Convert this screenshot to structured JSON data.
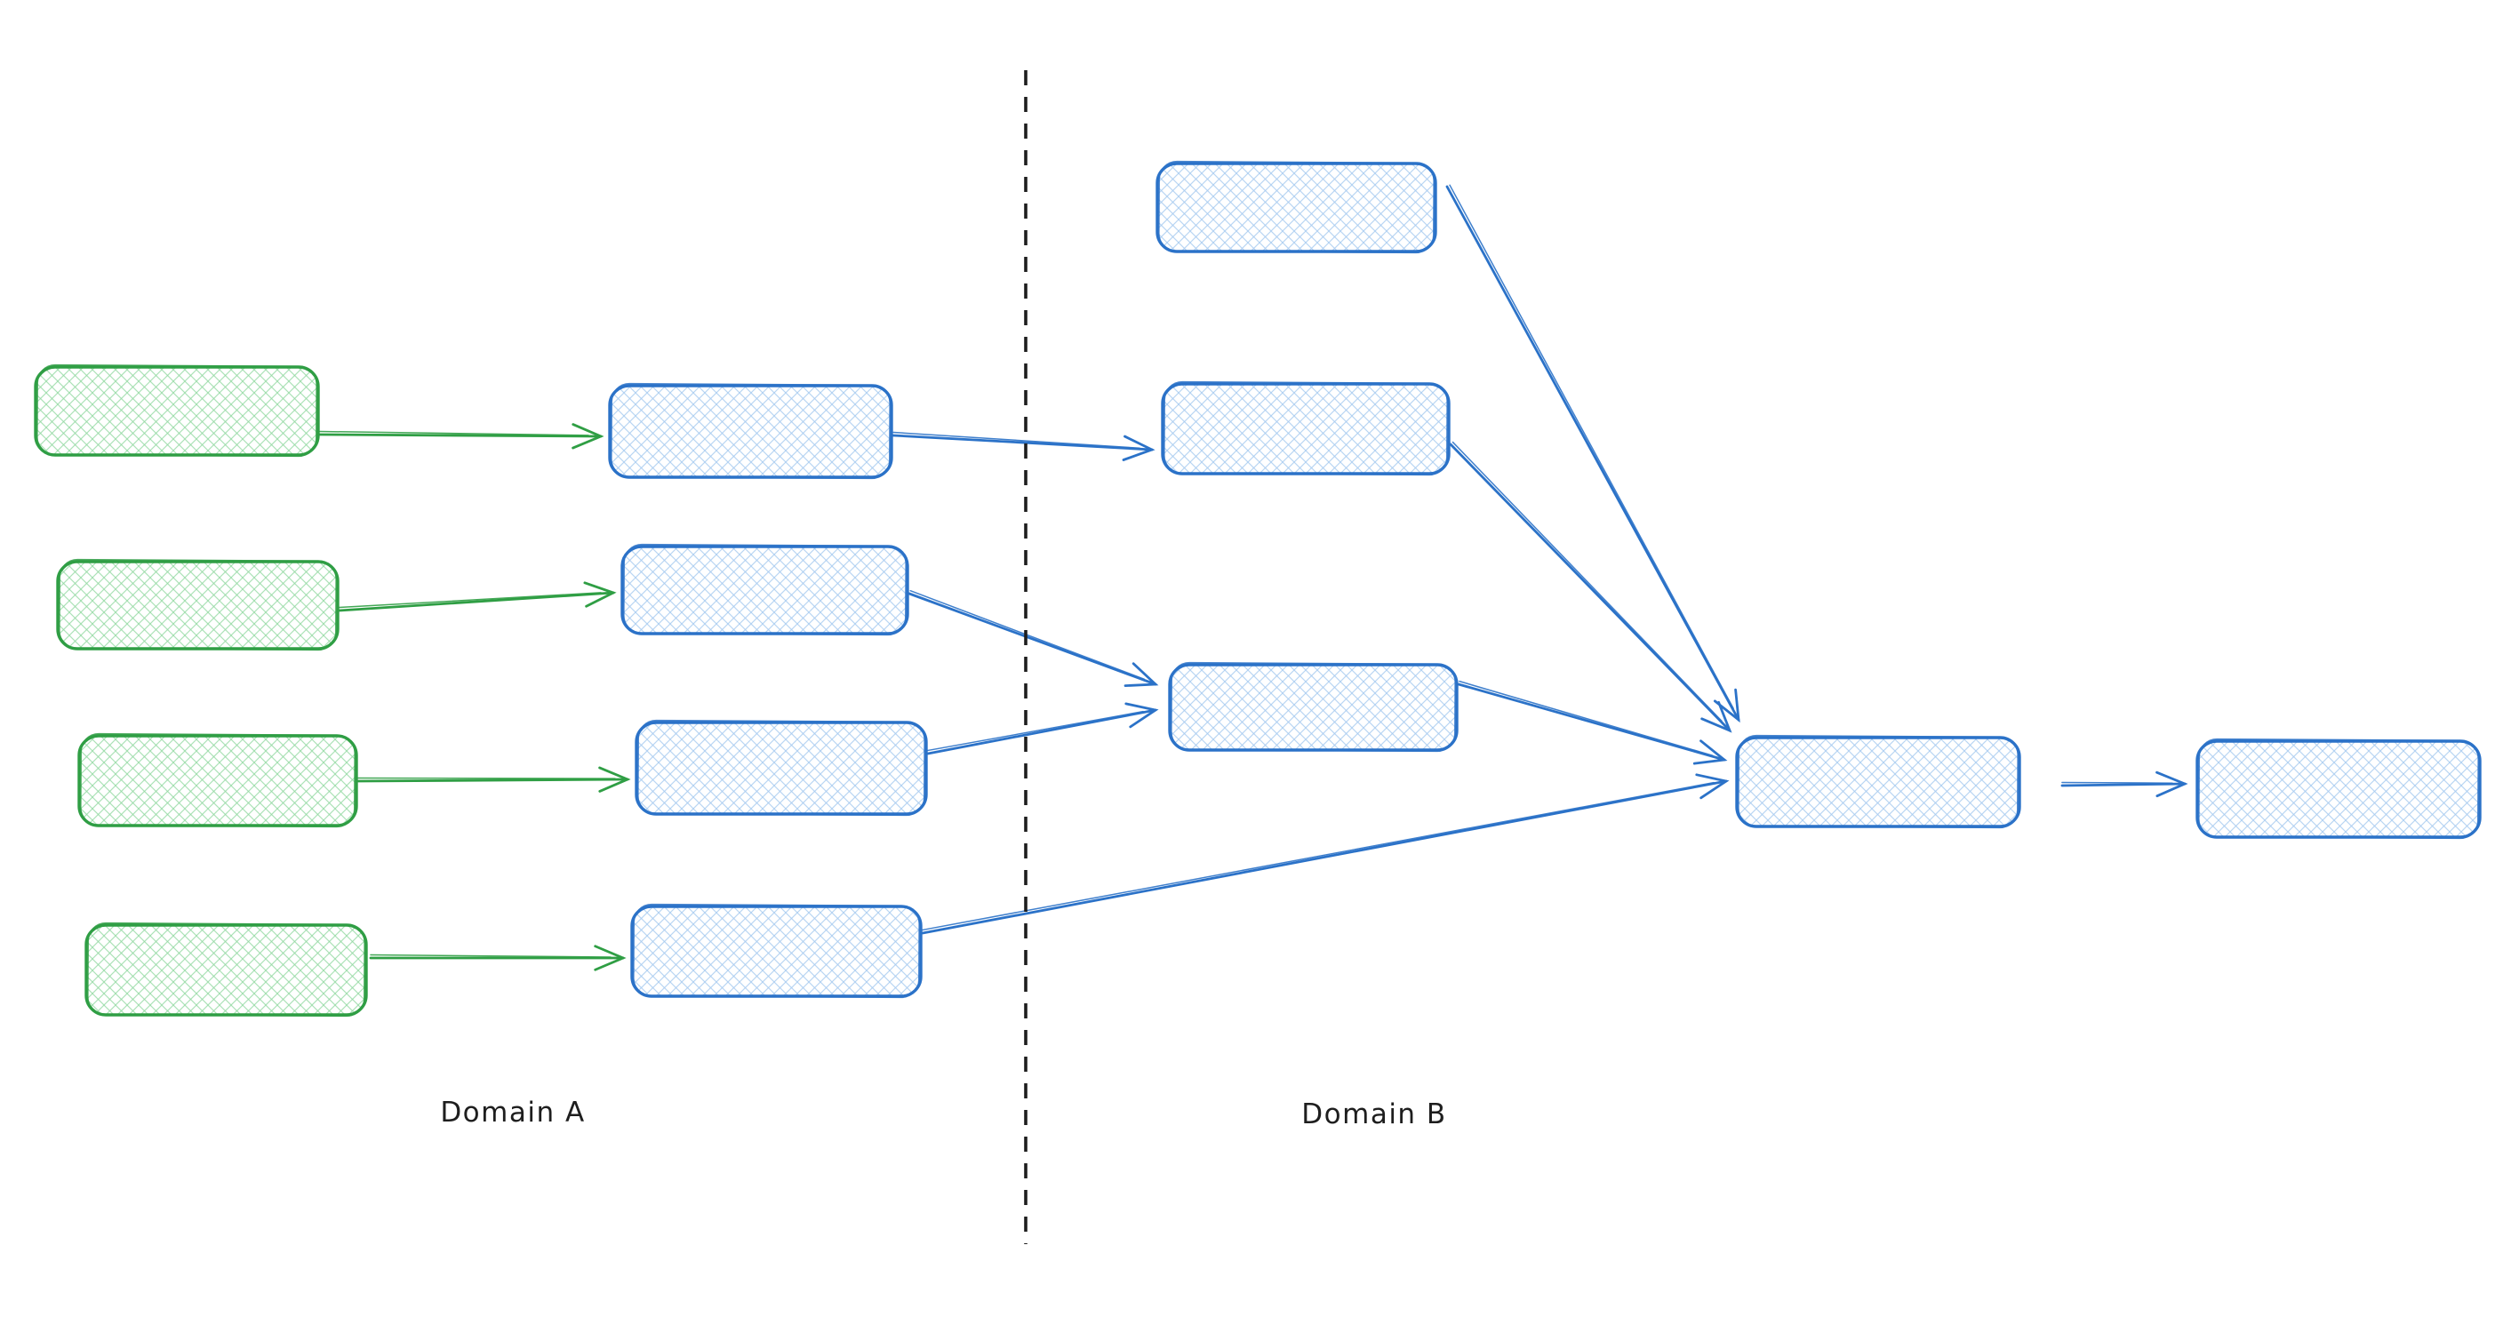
{
  "labels": {
    "domain_a": "Domain A",
    "domain_b": "Domain B"
  },
  "palette": {
    "green_stroke": "#2f9e44",
    "green_hatch": "#8fd89f",
    "blue_stroke": "#2b72c8",
    "blue_hatch": "#a6cbf0",
    "divider": "#1e1e1e",
    "background": "#ffffff",
    "label_color": "#1e1e1e"
  },
  "diagram": {
    "type": "flow",
    "regions": [
      {
        "id": "domain-a",
        "label": "Domain A"
      },
      {
        "id": "domain-b",
        "label": "Domain B"
      }
    ],
    "nodes": [
      {
        "id": "a-source-1",
        "region": "domain-a",
        "color": "green",
        "shape": "rounded-rect",
        "text": ""
      },
      {
        "id": "a-source-2",
        "region": "domain-a",
        "color": "green",
        "shape": "rounded-rect",
        "text": ""
      },
      {
        "id": "a-source-3",
        "region": "domain-a",
        "color": "green",
        "shape": "rounded-rect",
        "text": ""
      },
      {
        "id": "a-source-4",
        "region": "domain-a",
        "color": "green",
        "shape": "rounded-rect",
        "text": ""
      },
      {
        "id": "a-stage-1",
        "region": "domain-a",
        "color": "blue",
        "shape": "rounded-rect",
        "text": ""
      },
      {
        "id": "a-stage-2",
        "region": "domain-a",
        "color": "blue",
        "shape": "rounded-rect",
        "text": ""
      },
      {
        "id": "a-stage-3",
        "region": "domain-a",
        "color": "blue",
        "shape": "rounded-rect",
        "text": ""
      },
      {
        "id": "a-stage-4",
        "region": "domain-a",
        "color": "blue",
        "shape": "rounded-rect",
        "text": ""
      },
      {
        "id": "b-node-1",
        "region": "domain-b",
        "color": "blue",
        "shape": "rounded-rect",
        "text": ""
      },
      {
        "id": "b-node-2",
        "region": "domain-b",
        "color": "blue",
        "shape": "rounded-rect",
        "text": ""
      },
      {
        "id": "b-node-3",
        "region": "domain-b",
        "color": "blue",
        "shape": "rounded-rect",
        "text": ""
      },
      {
        "id": "b-merge",
        "region": "domain-b",
        "color": "blue",
        "shape": "rounded-rect",
        "text": ""
      },
      {
        "id": "b-output",
        "region": "domain-b",
        "color": "blue",
        "shape": "rounded-rect",
        "text": ""
      }
    ],
    "edges": [
      {
        "from": "a-source-1",
        "to": "a-stage-1",
        "color": "green"
      },
      {
        "from": "a-source-2",
        "to": "a-stage-2",
        "color": "green"
      },
      {
        "from": "a-source-3",
        "to": "a-stage-3",
        "color": "green"
      },
      {
        "from": "a-source-4",
        "to": "a-stage-4",
        "color": "green"
      },
      {
        "from": "a-stage-1",
        "to": "b-node-2",
        "color": "blue"
      },
      {
        "from": "a-stage-2",
        "to": "b-node-3",
        "color": "blue"
      },
      {
        "from": "a-stage-3",
        "to": "b-node-3",
        "color": "blue"
      },
      {
        "from": "a-stage-4",
        "to": "b-merge",
        "color": "blue"
      },
      {
        "from": "b-node-1",
        "to": "b-merge",
        "color": "blue"
      },
      {
        "from": "b-node-2",
        "to": "b-merge",
        "color": "blue"
      },
      {
        "from": "b-node-3",
        "to": "b-merge",
        "color": "blue"
      },
      {
        "from": "b-merge",
        "to": "b-output",
        "color": "blue"
      }
    ],
    "divider": {
      "style": "dashed",
      "orientation": "vertical",
      "separates": [
        "Domain A",
        "Domain B"
      ]
    }
  }
}
